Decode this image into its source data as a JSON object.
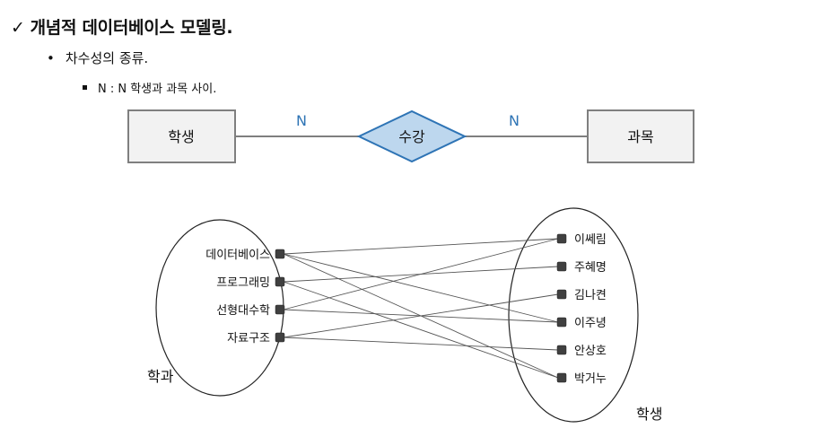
{
  "heading": {
    "check": "✓",
    "text": "개념적 데이터베이스 모델링."
  },
  "bullet1": "차수성의 종류.",
  "bullet2": "N : N 학생과 과목 사이.",
  "er": {
    "left_entity": "학생",
    "relationship": "수강",
    "right_entity": "과목",
    "left_cardinality": "N",
    "right_cardinality": "N",
    "entity_fill": "#f2f2f2",
    "relationship_fill": "#bdd7ee",
    "relationship_stroke": "#2e74b5"
  },
  "mapping": {
    "left_set_label": "학과",
    "right_set_label": "학생",
    "left_items": [
      "데이터베이스",
      "프로그래밍",
      "선형대수학",
      "자료구조"
    ],
    "right_items": [
      "이쎄림",
      "주혜명",
      "김나켠",
      "이주녕",
      "안상호",
      "박거누"
    ],
    "links": [
      [
        0,
        0
      ],
      [
        0,
        3
      ],
      [
        0,
        5
      ],
      [
        1,
        1
      ],
      [
        1,
        5
      ],
      [
        2,
        0
      ],
      [
        2,
        3
      ],
      [
        3,
        2
      ],
      [
        3,
        4
      ]
    ]
  }
}
